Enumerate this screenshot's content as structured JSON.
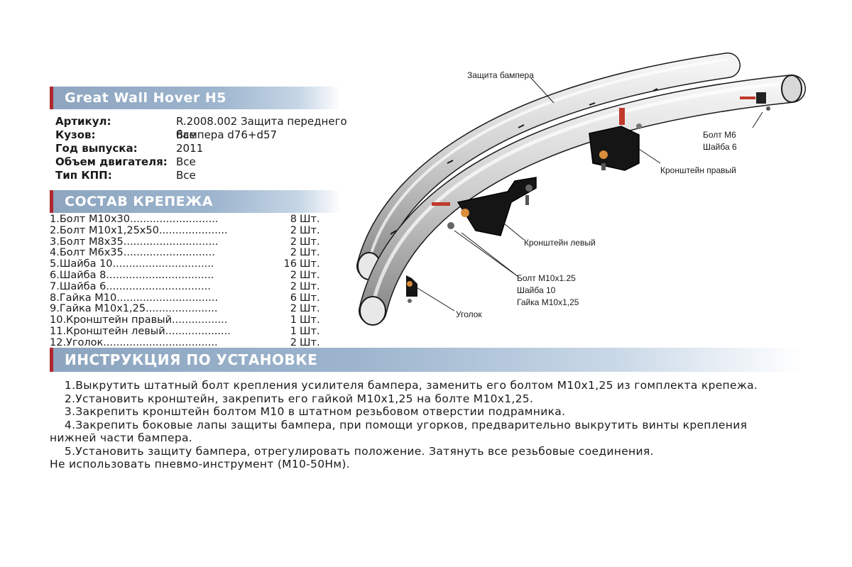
{
  "header": {
    "title": "Great Wall Hover H5"
  },
  "info": [
    {
      "key": "Артикул:",
      "value": "R.2008.002 Защита переднего бампера d76+d57"
    },
    {
      "key": "Кузов:",
      "value": "Все"
    },
    {
      "key": "Год выпуска:",
      "value": "2011"
    },
    {
      "key": "Объем двигателя:",
      "value": "Все"
    },
    {
      "key": "Тип КПП:",
      "value": "Все"
    }
  ],
  "fasteners": {
    "title": "СОСТАВ КРЕПЕЖА",
    "items": [
      {
        "text": "1.Болт М10х30...........................",
        "qty": "8",
        "unit": "Шт."
      },
      {
        "text": "2.Болт М10х1,25х50.....................",
        "qty": "2",
        "unit": "Шт."
      },
      {
        "text": "3.Болт М8х35.............................",
        "qty": "2",
        "unit": "Шт."
      },
      {
        "text": "4.Болт М6х35............................",
        "qty": "2",
        "unit": "Шт."
      },
      {
        "text": "5.Шайба 10...............................",
        "qty": "16",
        "unit": "Шт."
      },
      {
        "text": "6.Шайба 8.................................",
        "qty": "2",
        "unit": "Шт."
      },
      {
        "text": "7.Шайба 6................................",
        "qty": "2",
        "unit": "Шт."
      },
      {
        "text": "8.Гайка М10...............................",
        "qty": "6",
        "unit": "Шт."
      },
      {
        "text": "9.Гайка М10х1,25......................",
        "qty": "2",
        "unit": "Шт."
      },
      {
        "text": "10.Кронштейн правый.................",
        "qty": "1",
        "unit": "Шт."
      },
      {
        "text": "11.Кронштейн левый....................",
        "qty": "1",
        "unit": "Шт."
      },
      {
        "text": "12.Уголок...................................",
        "qty": "2",
        "unit": "Шт."
      }
    ]
  },
  "instructions": {
    "title": "ИНСТРУКЦИЯ ПО УСТАНОВКЕ",
    "lines": [
      "    1.Выкрутить штатный болт крепления усилителя бампера, заменить его болтом М10х1,25 из гомплекта крепежа.",
      "    2.Установить кронштейн, закрепить его гайкой М10х1,25 на болте М10х1,25.",
      "    3.Закрепить кронштейн болтом М10 в штатном резьбовом отверстии подрамника.",
      "    4.Закрепить боковые лапы защиты бампера, при помощи угорков, предварительно выкрутить винты крепления",
      "нижней части бампера.",
      "    5.Установить защиту бампера, отрегулировать положение. Затянуть все резьбовые соединения.",
      "Не использовать пневмо-инструмент (М10-50Нм)."
    ]
  },
  "drawing": {
    "labels": {
      "bumper": "Защита бампера",
      "bolt_m6": "Болт М6",
      "washer_6": "Шайба 6",
      "bracket_right": "Кронштейн правый",
      "bracket_left": "Кронштейн левый",
      "bolt_m10": "Болт М10х1.25",
      "washer_10": "Шайба 10",
      "nut_m10": "Гайка М10х1,25",
      "corner": "Уголок"
    }
  }
}
